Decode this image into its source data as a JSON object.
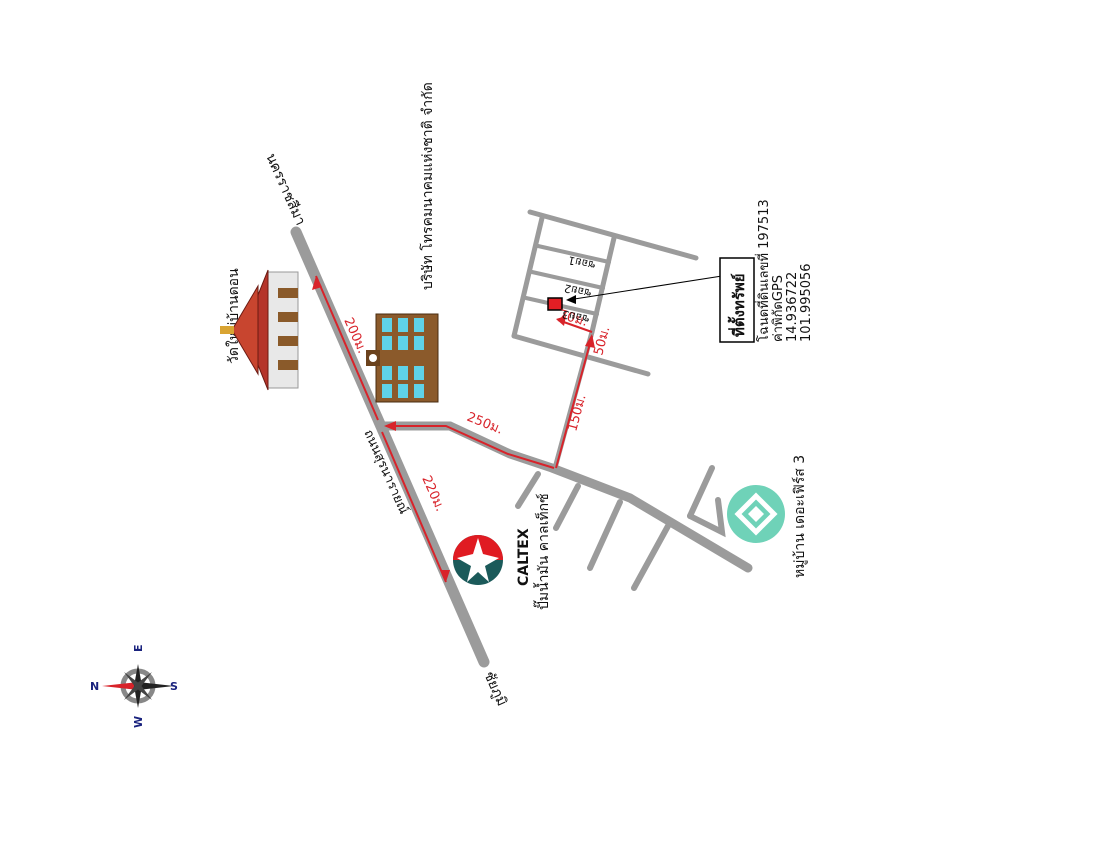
{
  "map": {
    "labels": {
      "main_road_north": "นครราชสีมา",
      "main_road_south": "ชัยภูมิ",
      "main_road_name": "ถนนสุรนารายณ์",
      "temple": "วัดใหม่บ้านดอน",
      "telecom": "บริษัท โทรคมนาคมแห่งชาติ จำกัด",
      "caltex_brand": "CALTEX",
      "caltex_station": "ปั๊มน้ำมัน คาลเท็กซ์",
      "village": "หมู่บ้าน เดอะเฟิร์ส 3",
      "soi1": "ซอย1",
      "soi2": "ซอย2",
      "soi3": "ซอย3"
    },
    "distances": {
      "d200": "200ม.",
      "d220": "220ม.",
      "d250": "250ม.",
      "d150": "150ม.",
      "d50": "50ม.",
      "d70": "70ม."
    },
    "property": {
      "title": "ที่ตั้งทรัพย์",
      "deed": "โฉนดที่ดินเลขที่ 197513",
      "gps_label": "ค่าพิกัดGPS",
      "lat": "14.936722",
      "lon": "101.995056",
      "marker_color": "#e31e24"
    },
    "compass": {
      "n": "N",
      "e": "E",
      "s": "S",
      "w": "W"
    },
    "colors": {
      "road": "#9b9b9b",
      "route": "#d8232a",
      "village_logo": "#6fd2b8"
    }
  }
}
